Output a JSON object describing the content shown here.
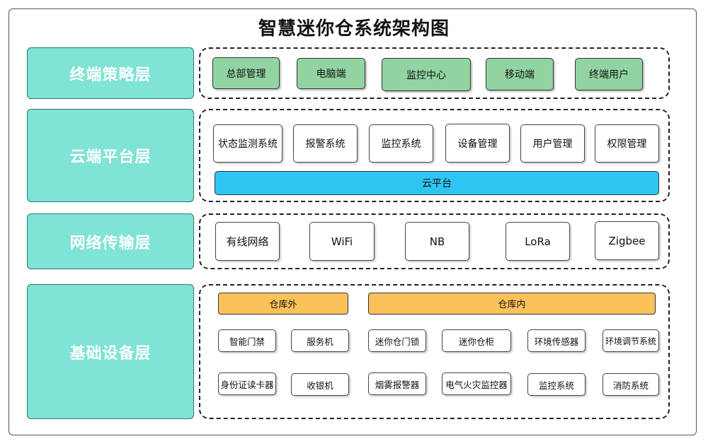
{
  "title": "智慧迷你仓系统架构图",
  "layers": {
    "terminal": {
      "label": "终端策略层",
      "items": [
        "总部管理",
        "电脑端",
        "监控中心",
        "移动端",
        "终端用户"
      ]
    },
    "cloud": {
      "label": "云端平台层",
      "items": [
        "状态监测系统",
        "报警系统",
        "监控系统",
        "设备管理",
        "用户管理",
        "权限管理"
      ],
      "platform": "云平台"
    },
    "network": {
      "label": "网络传输层",
      "items": [
        "有线网络",
        "WiFi",
        "NB",
        "LoRa",
        "Zigbee"
      ]
    },
    "device": {
      "label": "基础设备层",
      "outside": {
        "label": "仓库外",
        "items": [
          "智能门禁",
          "服务机",
          "身份证读卡器",
          "收银机"
        ]
      },
      "inside": {
        "label": "仓库内",
        "items": [
          "迷你仓门锁",
          "迷你仓柜",
          "环境传感器",
          "环境调节系统",
          "烟雾报警器",
          "电气火灾监控器",
          "监控系统",
          "消防系统"
        ]
      }
    }
  },
  "colors": {
    "layer_label_bg": "#7fe3d6",
    "terminal_item_bg": "#92d3a2",
    "cloud_platform_bg": "#2ec5f2",
    "warehouse_header_bg": "#fcc25a"
  }
}
